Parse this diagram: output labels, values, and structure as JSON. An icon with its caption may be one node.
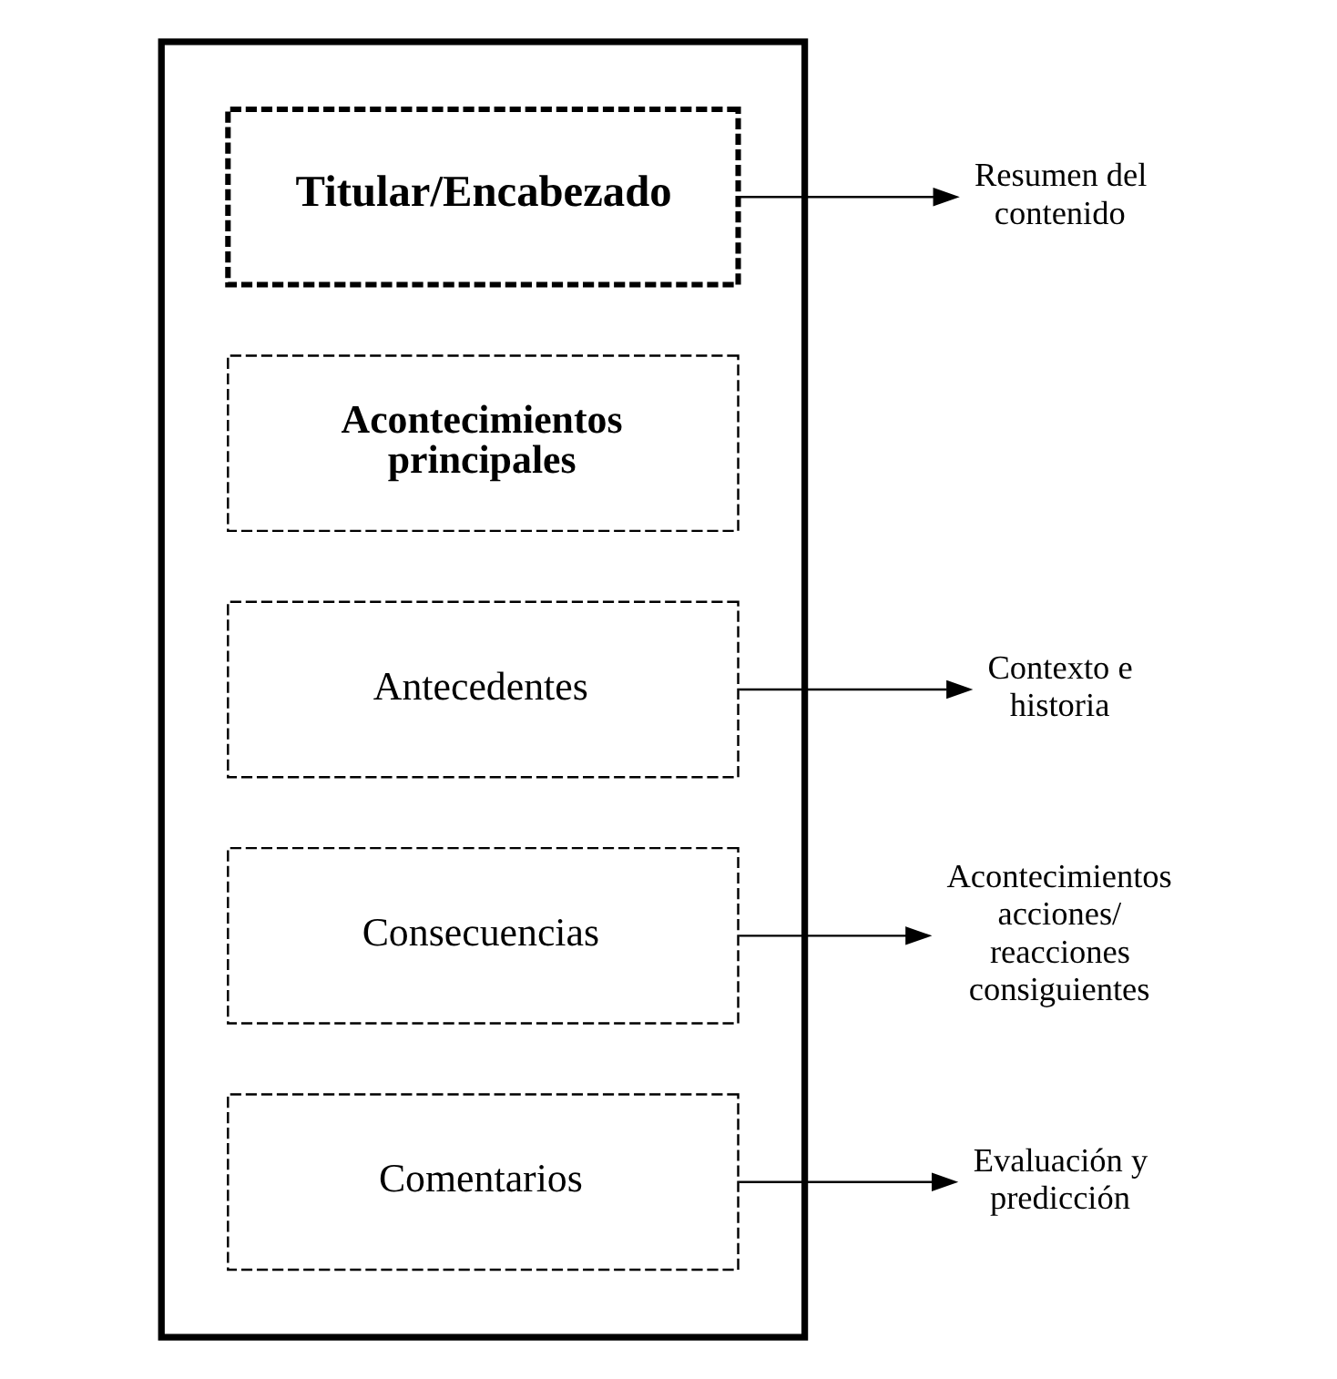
{
  "diagram": {
    "nodes": [
      {
        "text": [],
        "shape": "box"
      },
      {
        "text": [
          "Titular/Encabezado"
        ],
        "in": 0
      },
      {
        "text": [
          "Acontecimientos principales"
        ],
        "in": 0
      },
      {
        "text": [
          "Antecedentes"
        ],
        "in": 0
      },
      {
        "text": [
          "Consecuencias"
        ],
        "in": 0
      },
      {
        "text": [
          "Comentarios"
        ],
        "in": 0
      },
      {
        "text": [
          "Resumen del contenido"
        ]
      },
      {
        "text": [
          "Contexto e historia"
        ]
      },
      {
        "text": [
          "Acontecimientos acciones/ reacciones consiguientes"
        ]
      },
      {
        "text": [
          "Evaluación y predicción"
        ]
      }
    ],
    "edges": [
      {
        "from": 1,
        "to": 6,
        "arrow": "to"
      },
      {
        "from": 3,
        "to": 7,
        "arrow": "to"
      },
      {
        "from": 4,
        "to": 8,
        "arrow": "to"
      },
      {
        "from": 5,
        "to": 9,
        "arrow": "to"
      }
    ]
  }
}
